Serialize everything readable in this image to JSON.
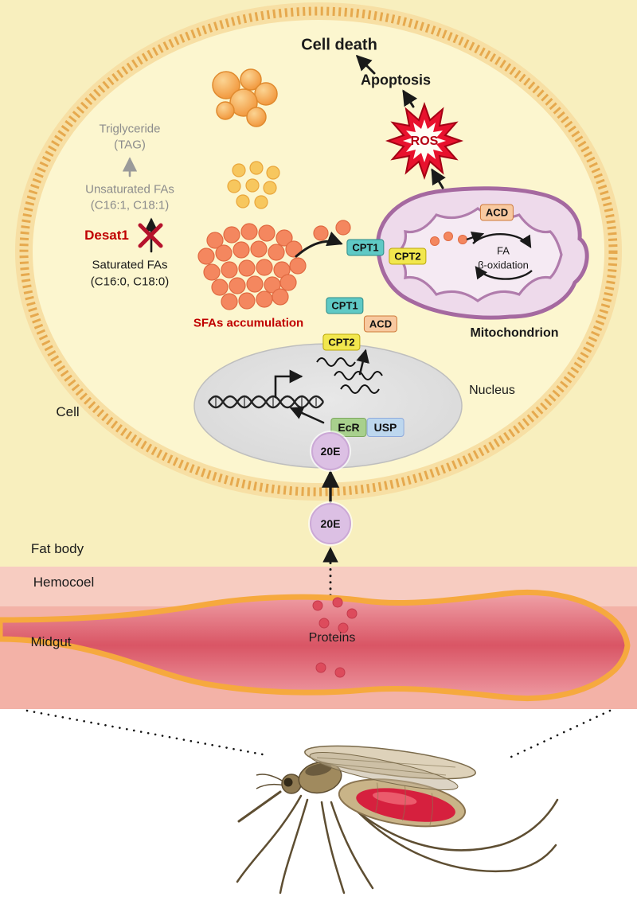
{
  "regions": {
    "cell": "Cell",
    "fat_body": "Fat body",
    "hemocoel": "Hemocoel",
    "midgut": "Midgut",
    "nucleus": "Nucleus",
    "mitochondrion": "Mitochondrion"
  },
  "pathway": {
    "cell_death": "Cell death",
    "apoptosis": "Apoptosis",
    "ros": "ROS",
    "triglyceride_line1": "Triglyceride",
    "triglyceride_line2": "(TAG)",
    "unsaturated_line1": "Unsaturated FAs",
    "unsaturated_line2": "(C16:1, C18:1)",
    "desat1": "Desat1",
    "saturated_line1": "Saturated FAs",
    "saturated_line2": "(C16:0, C18:0)",
    "sfas_accumulation": "SFAs accumulation",
    "fa_oxidation_line1": "FA",
    "fa_oxidation_line2": "β-oxidation",
    "proteins": "Proteins"
  },
  "molecules": {
    "cpt1_membrane": "CPT1",
    "cpt2_membrane": "CPT2",
    "acd_mitochondrial": "ACD",
    "cpt1_cytoplasm": "CPT1",
    "acd_cytoplasm": "ACD",
    "cpt2_cytoplasm": "CPT2",
    "ecr": "EcR",
    "usp": "USP",
    "e20_nucleus": "20E",
    "e20_hemocoel": "20E"
  },
  "colors": {
    "cpt1": "#5FC9C5",
    "cpt2": "#F2E74E",
    "acd": "#F8C9A0",
    "ecr": "#A8D08D",
    "usp": "#BDD7EE",
    "e20": "#DCC0E4",
    "ros_red": "#E8112D",
    "inhibition_red": "#B5122B",
    "gray_text": "#8C8C8C",
    "fat_body_bg": "#F8EFBE",
    "hemocoel_bg": "#F7CCC1",
    "midgut_bg": "#F3B2A7"
  }
}
